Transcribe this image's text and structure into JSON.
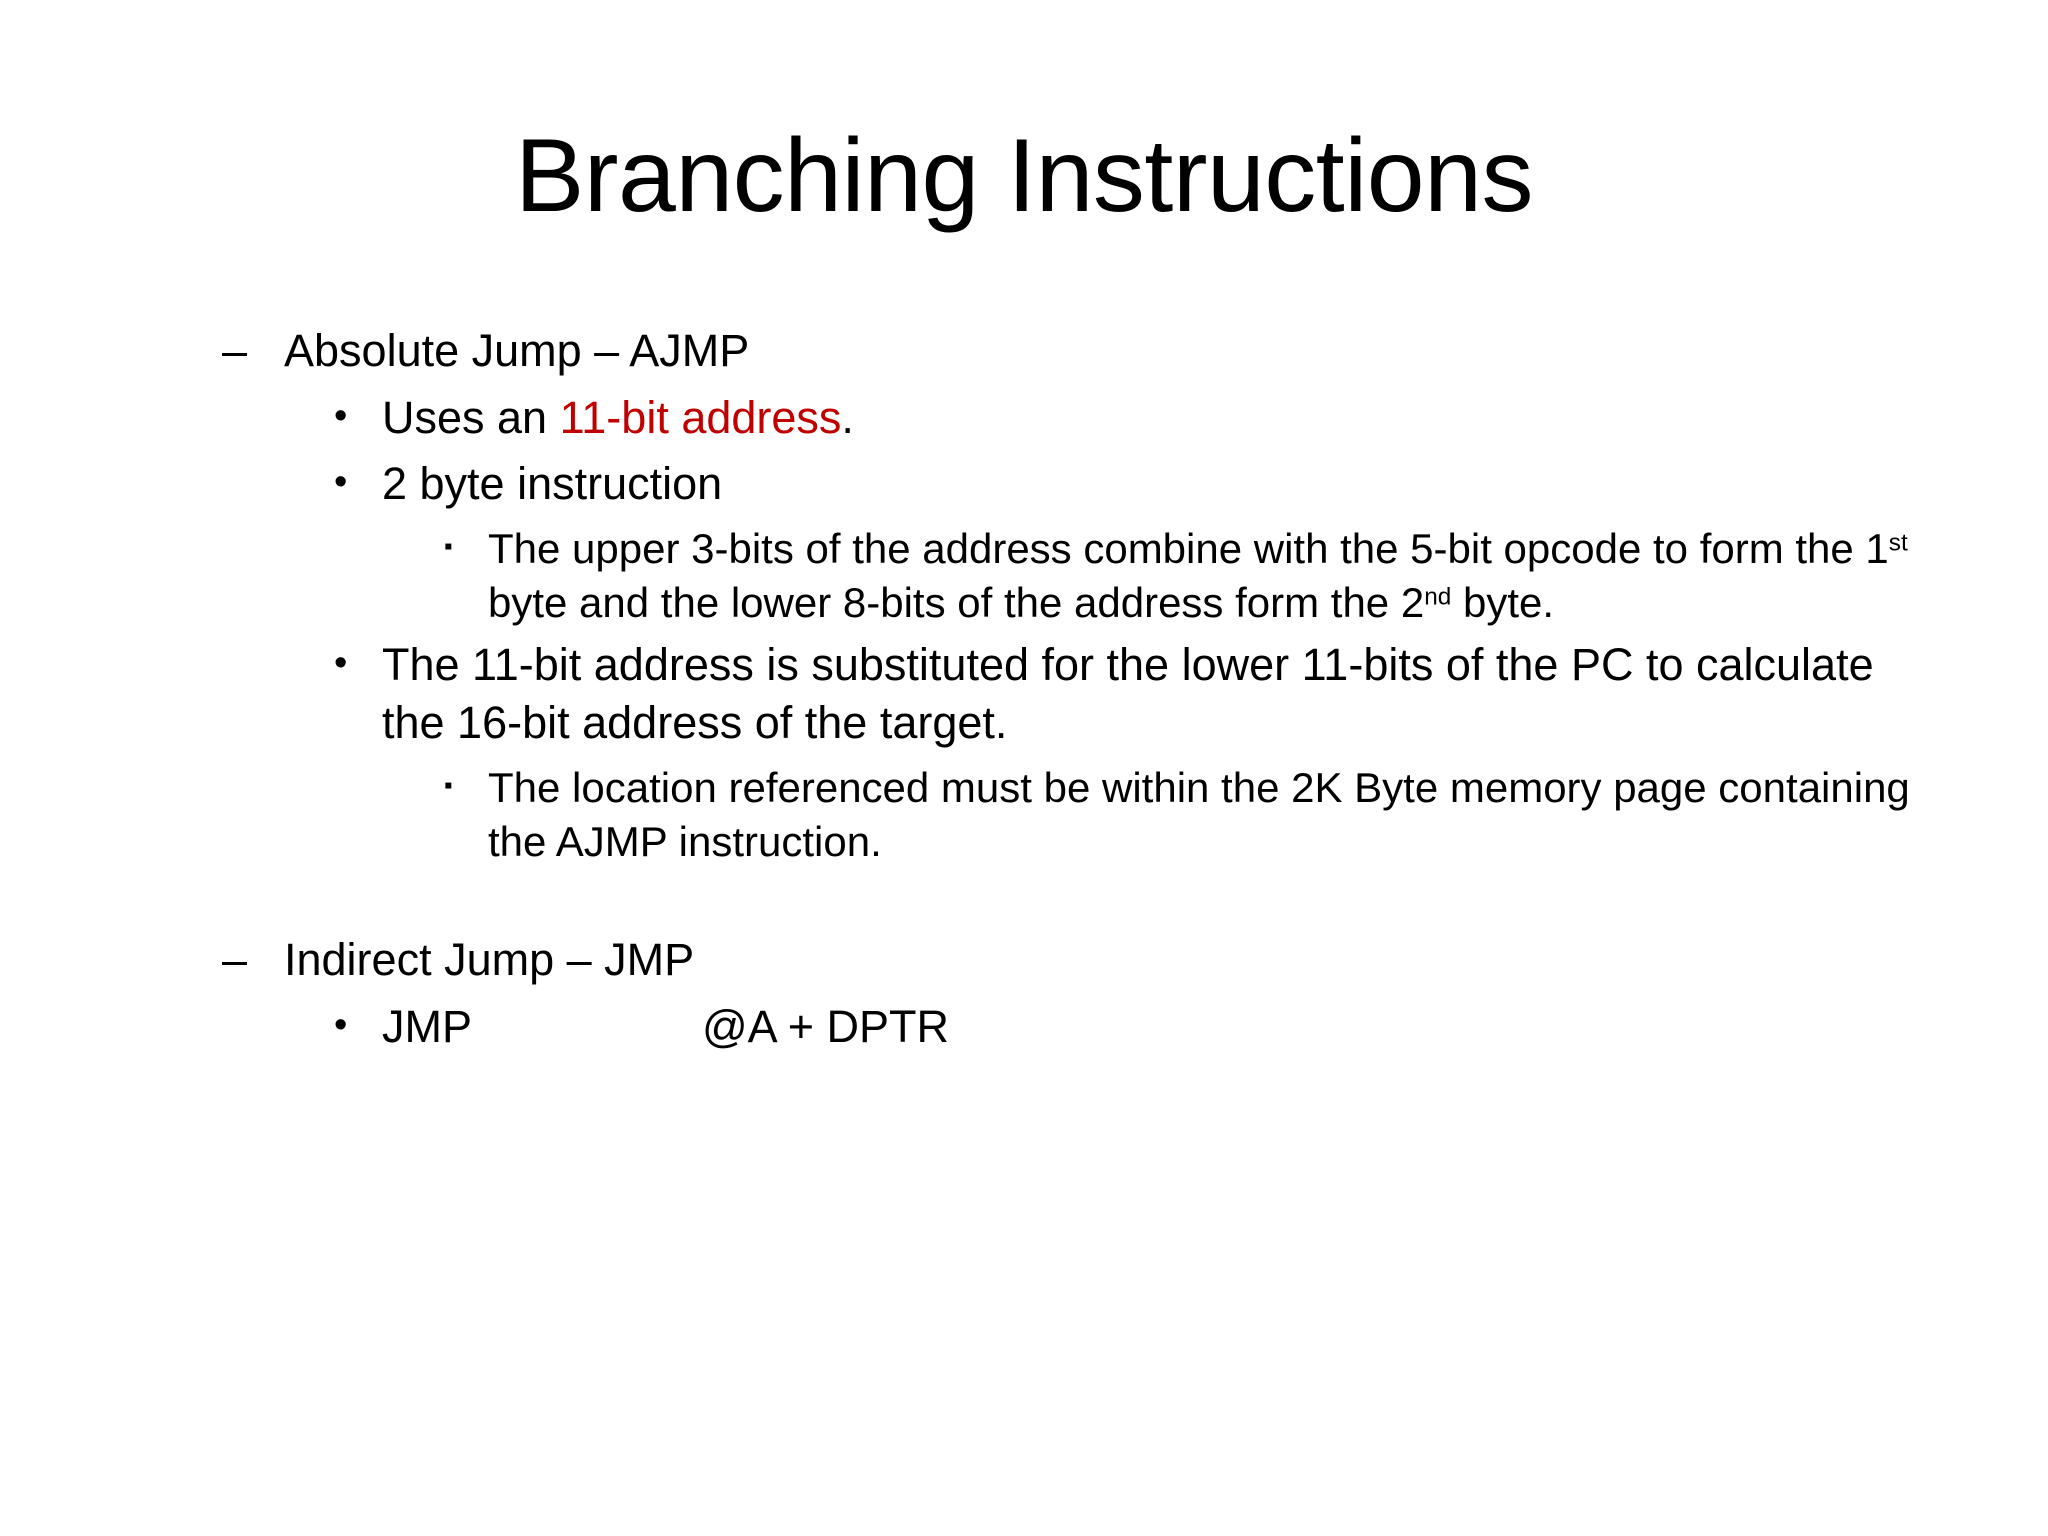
{
  "slide": {
    "title": "Branching Instructions",
    "markers": {
      "level1": "–",
      "level2": "•",
      "level3": "▪"
    },
    "colors": {
      "text": "#000000",
      "highlight": "#C00000",
      "background": "#ffffff"
    },
    "bullets": {
      "absolute_jump": "Absolute Jump – AJMP",
      "uses_prefix": "Uses an ",
      "uses_highlight": "11-bit address",
      "uses_suffix": ".",
      "two_byte": "2 byte instruction",
      "upper_3bits_a": "The upper 3-bits of the address combine with the 5-bit opcode to form the 1",
      "upper_3bits_sup1": "st",
      "upper_3bits_b": " byte and the lower 8-bits of the address form the 2",
      "upper_3bits_sup2": "nd",
      "upper_3bits_c": " byte.",
      "substituted": "The 11-bit address is substituted for the lower 11-bits of the PC to calculate the 16-bit address of the target.",
      "location_ref": "The location referenced must be within the 2K Byte memory page containing the AJMP instruction.",
      "indirect_jump": "Indirect Jump – JMP",
      "jmp_mnemonic": "JMP",
      "jmp_operand": "@A + DPTR"
    }
  }
}
